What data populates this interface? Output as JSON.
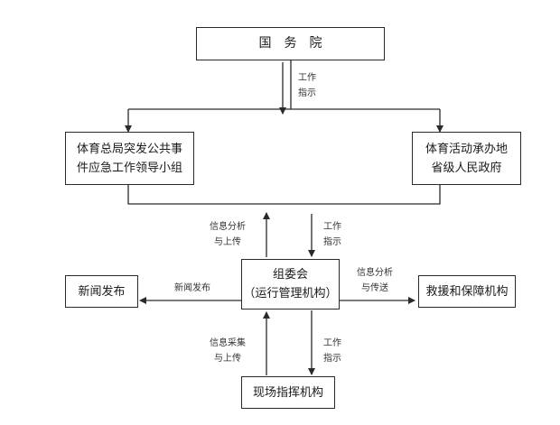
{
  "nodes": {
    "state_council": "国务院",
    "sports_bureau_group": "体育总局突发公共事\n件应急工作领导小组",
    "provincial_government": "体育活动承办地\n省级人民政府",
    "organizing_committee": "组委会\n（运行管理机构）",
    "news_release": "新闻发布",
    "rescue_support": "救援和保障机构",
    "onsite_command": "现场指挥机构"
  },
  "edge_labels": {
    "top_work_instruction": "工作\n指示",
    "up_info_analysis_report": "信息分析\n与上传",
    "down_work_instruction": "工作\n指示",
    "left_news_release": "新闻发布",
    "right_info_analysis_transfer": "信息分析\n与传送",
    "bottom_info_collect_report": "信息采集\n与上传",
    "bottom_work_instruction": "工作\n指示"
  },
  "colors": {
    "line": "#2a2a2a",
    "box_border": "#2a2a2a",
    "background": "#ffffff"
  }
}
